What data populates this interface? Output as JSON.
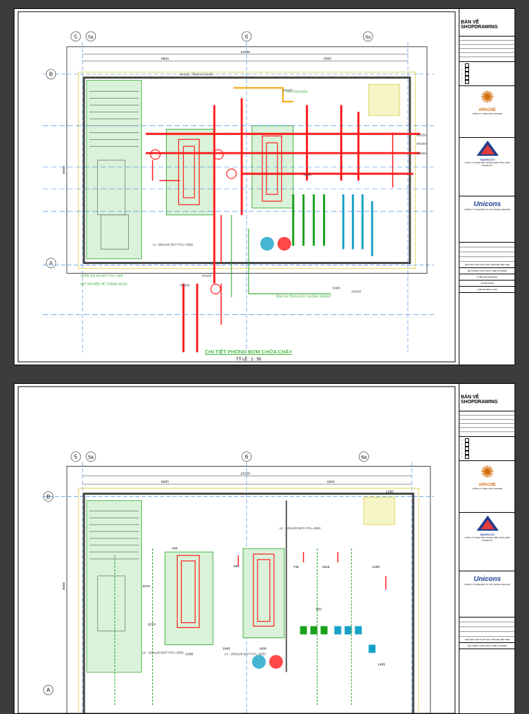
{
  "sheets": [
    {
      "title_block": {
        "drawing_type": "BẢN VẼ SHOPDRAWING",
        "client_name": "APACHE",
        "client_sub": "CÔNG TY TNHH GIÀY APACHE",
        "consultant_name": "NAGECCO",
        "consultant_sub": "CÔNG TY TNHH MỘT THÀNH VIÊN TỔNG HỢP NAGECCO",
        "contractor_name": "Unicons",
        "contractor_sub": "CÔNG TY TNHH ĐẦU TƯ XÂY DỰNG UNICONS",
        "project": "NHÀ MÁY SẢN XUẤT GIÀY APACHE VIỆT NAM",
        "system": "HỆ THỐNG CHỮA CHÁY FIRE SYSTEMS",
        "drawing_title": "PUMP ROOM DETAIL",
        "sub_title": "PUMP ROOM",
        "drawing_no": "SHD-02-MEP-F (1/3)"
      },
      "caption": "CHI TIẾT PHÒNG BƠM CHỮA CHÁY",
      "scale": "TỶ LỆ : 1 : 50",
      "grid_labels": [
        "5",
        "5a",
        "6",
        "6a"
      ],
      "row_labels": [
        "B",
        "A"
      ],
      "dims": {
        "total": "13100",
        "left": "6800",
        "right": "6300",
        "height": "8000"
      },
      "notes": [
        "DN125 - ỐNG XẢ KHÓI",
        "TỪ CHÂN ĐẦU",
        "LV -300x100 BOT+FFL=2550",
        "LV - 300x100 BOT+FFL=2550",
        "HOPE 400 XR BOT+FFL=-900",
        "KẾT NỐI ĐẾN HỆ THỐNG NƯỚC",
        "ỐNG XẢ TRÀN CHẢY XUỐNG SUMPIT",
        "DN150",
        "DN250",
        "DN250",
        "DN250",
        "DN80",
        "DN80",
        "DN100",
        "DN200",
        "DN250",
        "DN100"
      ]
    },
    {
      "title_block": {
        "drawing_type": "BẢN VẼ SHOPDRAWING",
        "client_name": "APACHE",
        "client_sub": "CÔNG TY TNHH GIÀY APACHE",
        "consultant_name": "NAGECCO",
        "consultant_sub": "CÔNG TY TNHH MỘT THÀNH VIÊN TỔNG HỢP NAGECCO",
        "contractor_name": "Unicons",
        "contractor_sub": "CÔNG TY TNHH ĐẦU TƯ XÂY DỰNG UNICONS",
        "project": "NHÀ MÁY SẢN XUẤT GIÀY APACHE VIỆT NAM",
        "system": "HỆ THỐNG CHỮA CHÁY FIRE SYSTEMS"
      },
      "grid_labels": [
        "5",
        "5a",
        "6",
        "6a"
      ],
      "row_labels": [
        "B",
        "A"
      ],
      "dims": {
        "total": "13100",
        "left": "6800",
        "right": "6300",
        "height": "8000",
        "d1": "1250",
        "d2": "445",
        "d3": "2070",
        "d4": "1400",
        "d5": "1845",
        "d6": "1400",
        "d7": "580",
        "d8": "745",
        "d9": "1515",
        "d10": "1260",
        "d11": "2070",
        "d12": "500",
        "d13": "1485"
      },
      "notes": [
        "LV - 200x100 BOT+FFL=2550",
        "LV - 200x100 BOT+FFL=2550",
        "LV - 100x100 BOT+FFL=2550"
      ]
    }
  ],
  "colors": {
    "fire_red": "#ff1a1a",
    "grid_blue": "#2a7de1",
    "green_pipe": "#1aa01a",
    "cyan_pipe": "#17a3c7",
    "hatch_green": "#7fd07f",
    "wall_gray": "#444444"
  }
}
